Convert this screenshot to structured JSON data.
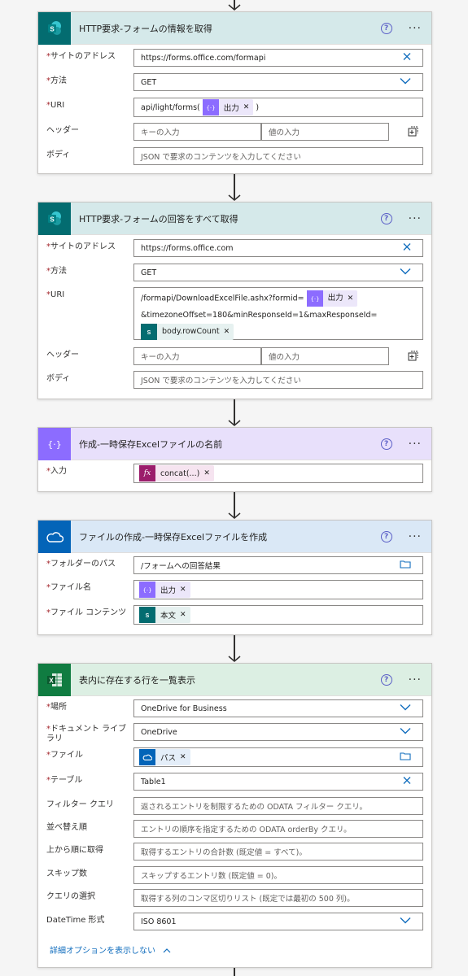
{
  "cards": {
    "http1": {
      "title": "HTTP要求-フォームの情報を取得",
      "site_label": "サイトのアドレス",
      "site_value": "https://forms.office.com/formapi",
      "method_label": "方法",
      "method_value": "GET",
      "uri_label": "URI",
      "uri_text": "api/light/forms(",
      "uri_token": "出力",
      "uri_close": ")",
      "header_label": "ヘッダー",
      "header_key_placeholder": "キーの入力",
      "header_value_placeholder": "値の入力",
      "body_label": "ボディ",
      "body_placeholder": "JSON で要求のコンテンツを入力してください"
    },
    "http2": {
      "title": "HTTP要求-フォームの回答をすべて取得",
      "site_label": "サイトのアドレス",
      "site_value": "https://forms.office.com",
      "method_label": "方法",
      "method_value": "GET",
      "uri_label": "URI",
      "uri_text1": "/formapi/DownloadExcelFile.ashx?formid=",
      "uri_token1": "出力",
      "uri_text2": "&timezoneOffset=180&minResponseId=1&maxResponseId=",
      "uri_token2": "body.rowCount",
      "header_label": "ヘッダー",
      "header_key_placeholder": "キーの入力",
      "header_value_placeholder": "値の入力",
      "body_label": "ボディ",
      "body_placeholder": "JSON で要求のコンテンツを入力してください"
    },
    "compose": {
      "title": "作成-一時保存Excelファイルの名前",
      "input_label": "入力",
      "input_token": "concat(...)"
    },
    "create_file": {
      "title": "ファイルの作成-一時保存Excelファイルを作成",
      "folder_label": "フォルダーのパス",
      "folder_value": "/フォームへの回答結果",
      "name_label": "ファイル名",
      "name_token": "出力",
      "content_label": "ファイル コンテンツ",
      "content_token": "本文"
    },
    "list_rows": {
      "title": "表内に存在する行を一覧表示",
      "location_label": "場所",
      "location_value": "OneDrive for Business",
      "library_label": "ドキュメント ライブラリ",
      "library_value": "OneDrive",
      "file_label": "ファイル",
      "file_token": "パス",
      "table_label": "テーブル",
      "table_value": "Table1",
      "filter_label": "フィルター クエリ",
      "filter_placeholder": "返されるエントリを制限するための ODATA フィルター クエリ。",
      "order_label": "並べ替え順",
      "order_placeholder": "エントリの順序を指定するための ODATA orderBy クエリ。",
      "top_label": "上から順に取得",
      "top_placeholder": "取得するエントリの合計数 (既定値 = すべて)。",
      "skip_label": "スキップ数",
      "skip_placeholder": "スキップするエントリ数 (既定値 = 0)。",
      "select_label": "クエリの選択",
      "select_placeholder": "取得する列のコンマ区切りリスト (既定では最初の 500 列)。",
      "datetime_label": "DateTime 形式",
      "datetime_value": "ISO 8601",
      "advanced_link": "詳細オプションを表示しない"
    }
  },
  "colors": {
    "sharepoint": "#036c70",
    "compose": "#8c6cff",
    "onedrive": "#0364b8",
    "excel": "#107c41",
    "fx": "#9b1d6b",
    "link": "#0f6cbd"
  }
}
